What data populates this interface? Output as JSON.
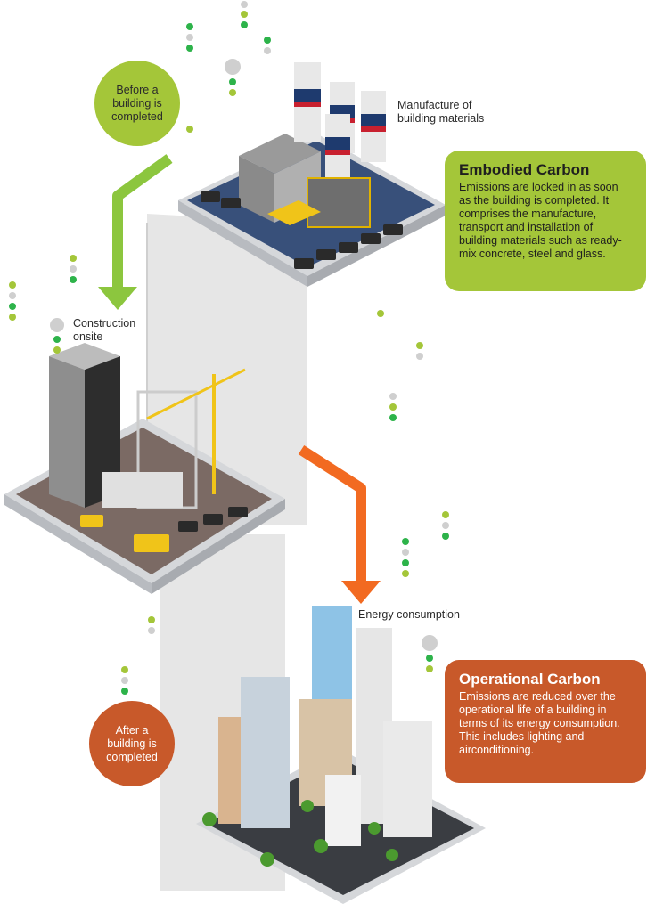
{
  "stages": {
    "before": {
      "text": "Before a building is completed"
    },
    "after": {
      "text": "After a building is completed"
    }
  },
  "labels": {
    "manufacture": "Manufacture of building materials",
    "construction": "Construction onsite",
    "energy": "Energy consumption"
  },
  "cards": {
    "embodied": {
      "title": "Embodied Carbon",
      "body": "Emissions are locked in as soon as the building is completed. It comprises the manufacture, transport and installation of building materials such as ready-mix concrete, steel and glass."
    },
    "operational": {
      "title": "Operational Carbon",
      "body": "Emissions are reduced over the operational life of a building in terms of its energy consumption. This includes lighting and airconditioning."
    }
  },
  "colors": {
    "green": "#a4c639",
    "orange": "#c8592a",
    "arrow_orange": "#f26a21",
    "path_grey": "#e6e6e6"
  }
}
